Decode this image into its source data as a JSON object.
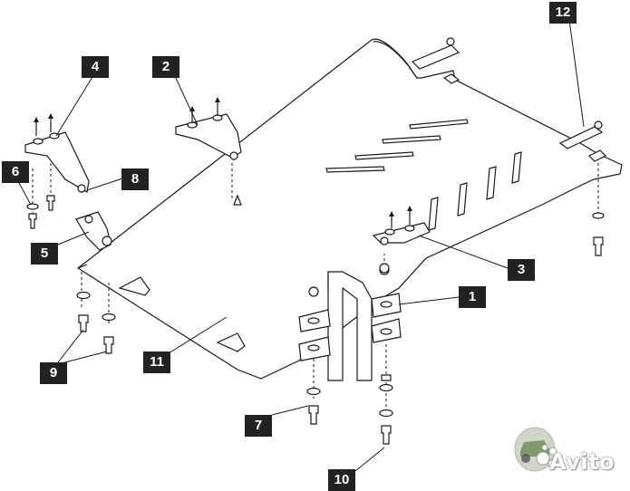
{
  "diagram": {
    "callouts": [
      {
        "id": "1",
        "text": "1"
      },
      {
        "id": "2",
        "text": "2"
      },
      {
        "id": "3",
        "text": "3"
      },
      {
        "id": "4",
        "text": "4"
      },
      {
        "id": "5",
        "text": "5"
      },
      {
        "id": "6",
        "text": "6"
      },
      {
        "id": "7",
        "text": "7"
      },
      {
        "id": "8",
        "text": "8"
      },
      {
        "id": "9",
        "text": "9"
      },
      {
        "id": "10",
        "text": "10"
      },
      {
        "id": "11",
        "text": "11"
      },
      {
        "id": "12",
        "text": "12"
      }
    ]
  },
  "watermark": {
    "brand": "Avito",
    "logo_icon": "avito-dots-icon",
    "badge_icon": "offroad-car-icon"
  },
  "colors": {
    "line": "#1a1a1a",
    "label_bg": "#222222",
    "label_text": "#ffffff"
  }
}
